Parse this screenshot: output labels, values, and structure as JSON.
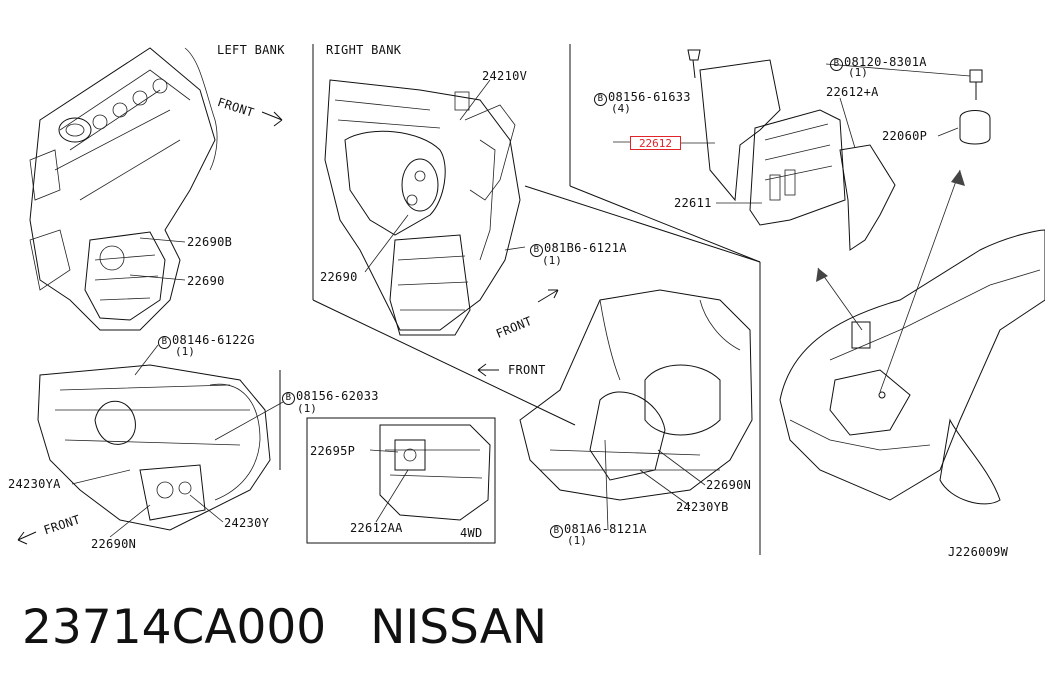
{
  "labels": {
    "left_bank": "LEFT BANK",
    "right_bank": "RIGHT BANK",
    "front_1": "FRONT",
    "front_2": "FRONT",
    "front_3": "FRONT",
    "front_4": "FRONT",
    "p_22690b": "22690B",
    "p_22690_left": "22690",
    "p_22690_right": "22690",
    "p_24210v": "24210V",
    "bolt_081b6_main": "081B6-6121A",
    "bolt_081b6_qty": "(1)",
    "bolt_08146_main": "08146-6122G",
    "bolt_08146_qty": "(1)",
    "bolt_08156_62033_main": "08156-62033",
    "bolt_08156_62033_qty": "(1)",
    "p_24230ya": "24230YA",
    "p_22690n_left": "22690N",
    "p_24230y": "24230Y",
    "p_22695p": "22695P",
    "p_22612aa": "22612AA",
    "four_wd": "4WD",
    "bolt_08156_61633_main": "08156-61633",
    "bolt_08156_61633_qty": "(4)",
    "p_22612_highlight": "22612",
    "p_22611": "22611",
    "bolt_08120_main": "08120-8301A",
    "bolt_08120_qty": "(1)",
    "p_22612_a": "22612+A",
    "p_22060p": "22060P",
    "p_22690n_right": "22690N",
    "p_24230yb": "24230YB",
    "bolt_081a6_main": "081A6-8121A",
    "bolt_081a6_qty": "(1)",
    "diagram_code": "J226009W",
    "circle_b": "B"
  },
  "colors": {
    "highlight": "#e2232a",
    "ink": "#111111",
    "background": "#ffffff"
  },
  "caption": {
    "part_number": "23714CA000",
    "brand": "NISSAN"
  }
}
